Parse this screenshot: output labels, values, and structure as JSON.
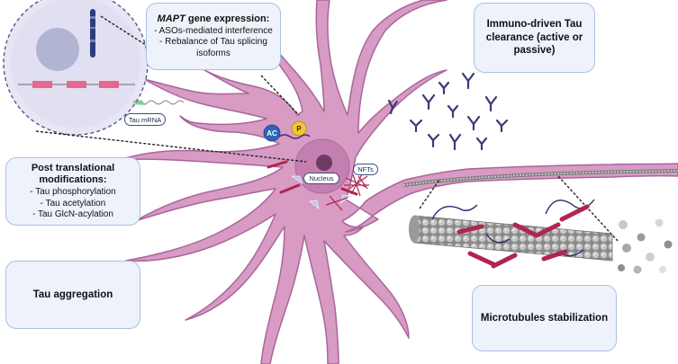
{
  "boxes": {
    "mapt": {
      "gene": "MAPT",
      "head_rest": " gene expression:",
      "line1": "- ASOs-mediated interference",
      "line2": "- Rebalance of Tau splicing",
      "line3": "isoforms"
    },
    "immuno": {
      "line1": "Immuno-driven Tau",
      "line2": "clearance (active or",
      "line3": "passive)"
    },
    "ptm": {
      "head1": "Post translational",
      "head2": "modifications:",
      "line1": "- Tau phosphorylation",
      "line2": "- Tau acetylation",
      "line3": "- Tau GlcN-acylation"
    },
    "aggregation": {
      "label": "Tau aggregation"
    },
    "microtubules": {
      "label": "Microtubules stabilization"
    }
  },
  "labels": {
    "tau_mrna": "Tau mRNA",
    "nucleus": "Nucleus",
    "nfts": "NFTs",
    "ac": "AC",
    "p": "P"
  },
  "colors": {
    "neuron_fill": "#d79bc4",
    "neuron_stroke": "#a8669a",
    "box_fill": "#eef3fb",
    "box_border": "#a9c0e4",
    "antibody": "#3b3a78",
    "tau_fibril": "#b0254e"
  }
}
